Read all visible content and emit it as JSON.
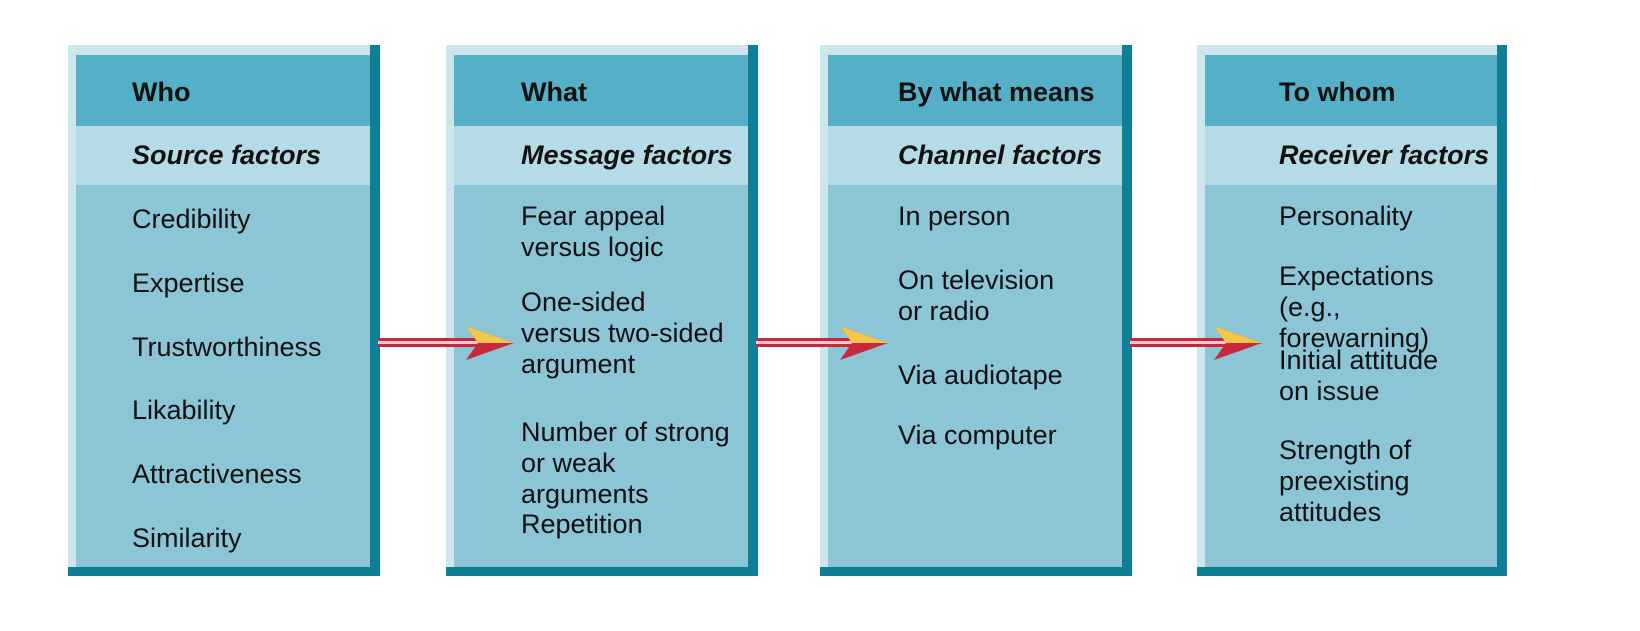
{
  "columns": [
    {
      "header": "Who",
      "subheader": "Source factors",
      "items": [
        "Credibility",
        "Expertise",
        "Trustworthiness",
        "Likability",
        "Attractiveness",
        "Similarity"
      ]
    },
    {
      "header": "What",
      "subheader": "Message factors",
      "items": [
        "Fear appeal\nversus logic",
        "One-sided\nversus two-sided\nargument",
        "Number of strong\nor weak arguments",
        "Repetition"
      ]
    },
    {
      "header": "By what means",
      "subheader": "Channel factors",
      "items": [
        "In person",
        "On television\nor radio",
        "Via audiotape",
        "Via computer"
      ]
    },
    {
      "header": "To whom",
      "subheader": "Receiver factors",
      "items": [
        "Personality",
        "Expectations\n(e.g., forewarning)",
        "Initial attitude\non issue",
        "Strength of\npreexisting\nattitudes"
      ]
    }
  ],
  "colors": {
    "header_bg": "#55afc6",
    "subheader_bg": "#b5dbe7",
    "panel_bg": "#8cc6d6",
    "bevel_dark": "#0f7f95",
    "bevel_light": "#cde6ee",
    "arrow_shaft": "#c7283c",
    "arrow_head": "#f2c84a"
  }
}
